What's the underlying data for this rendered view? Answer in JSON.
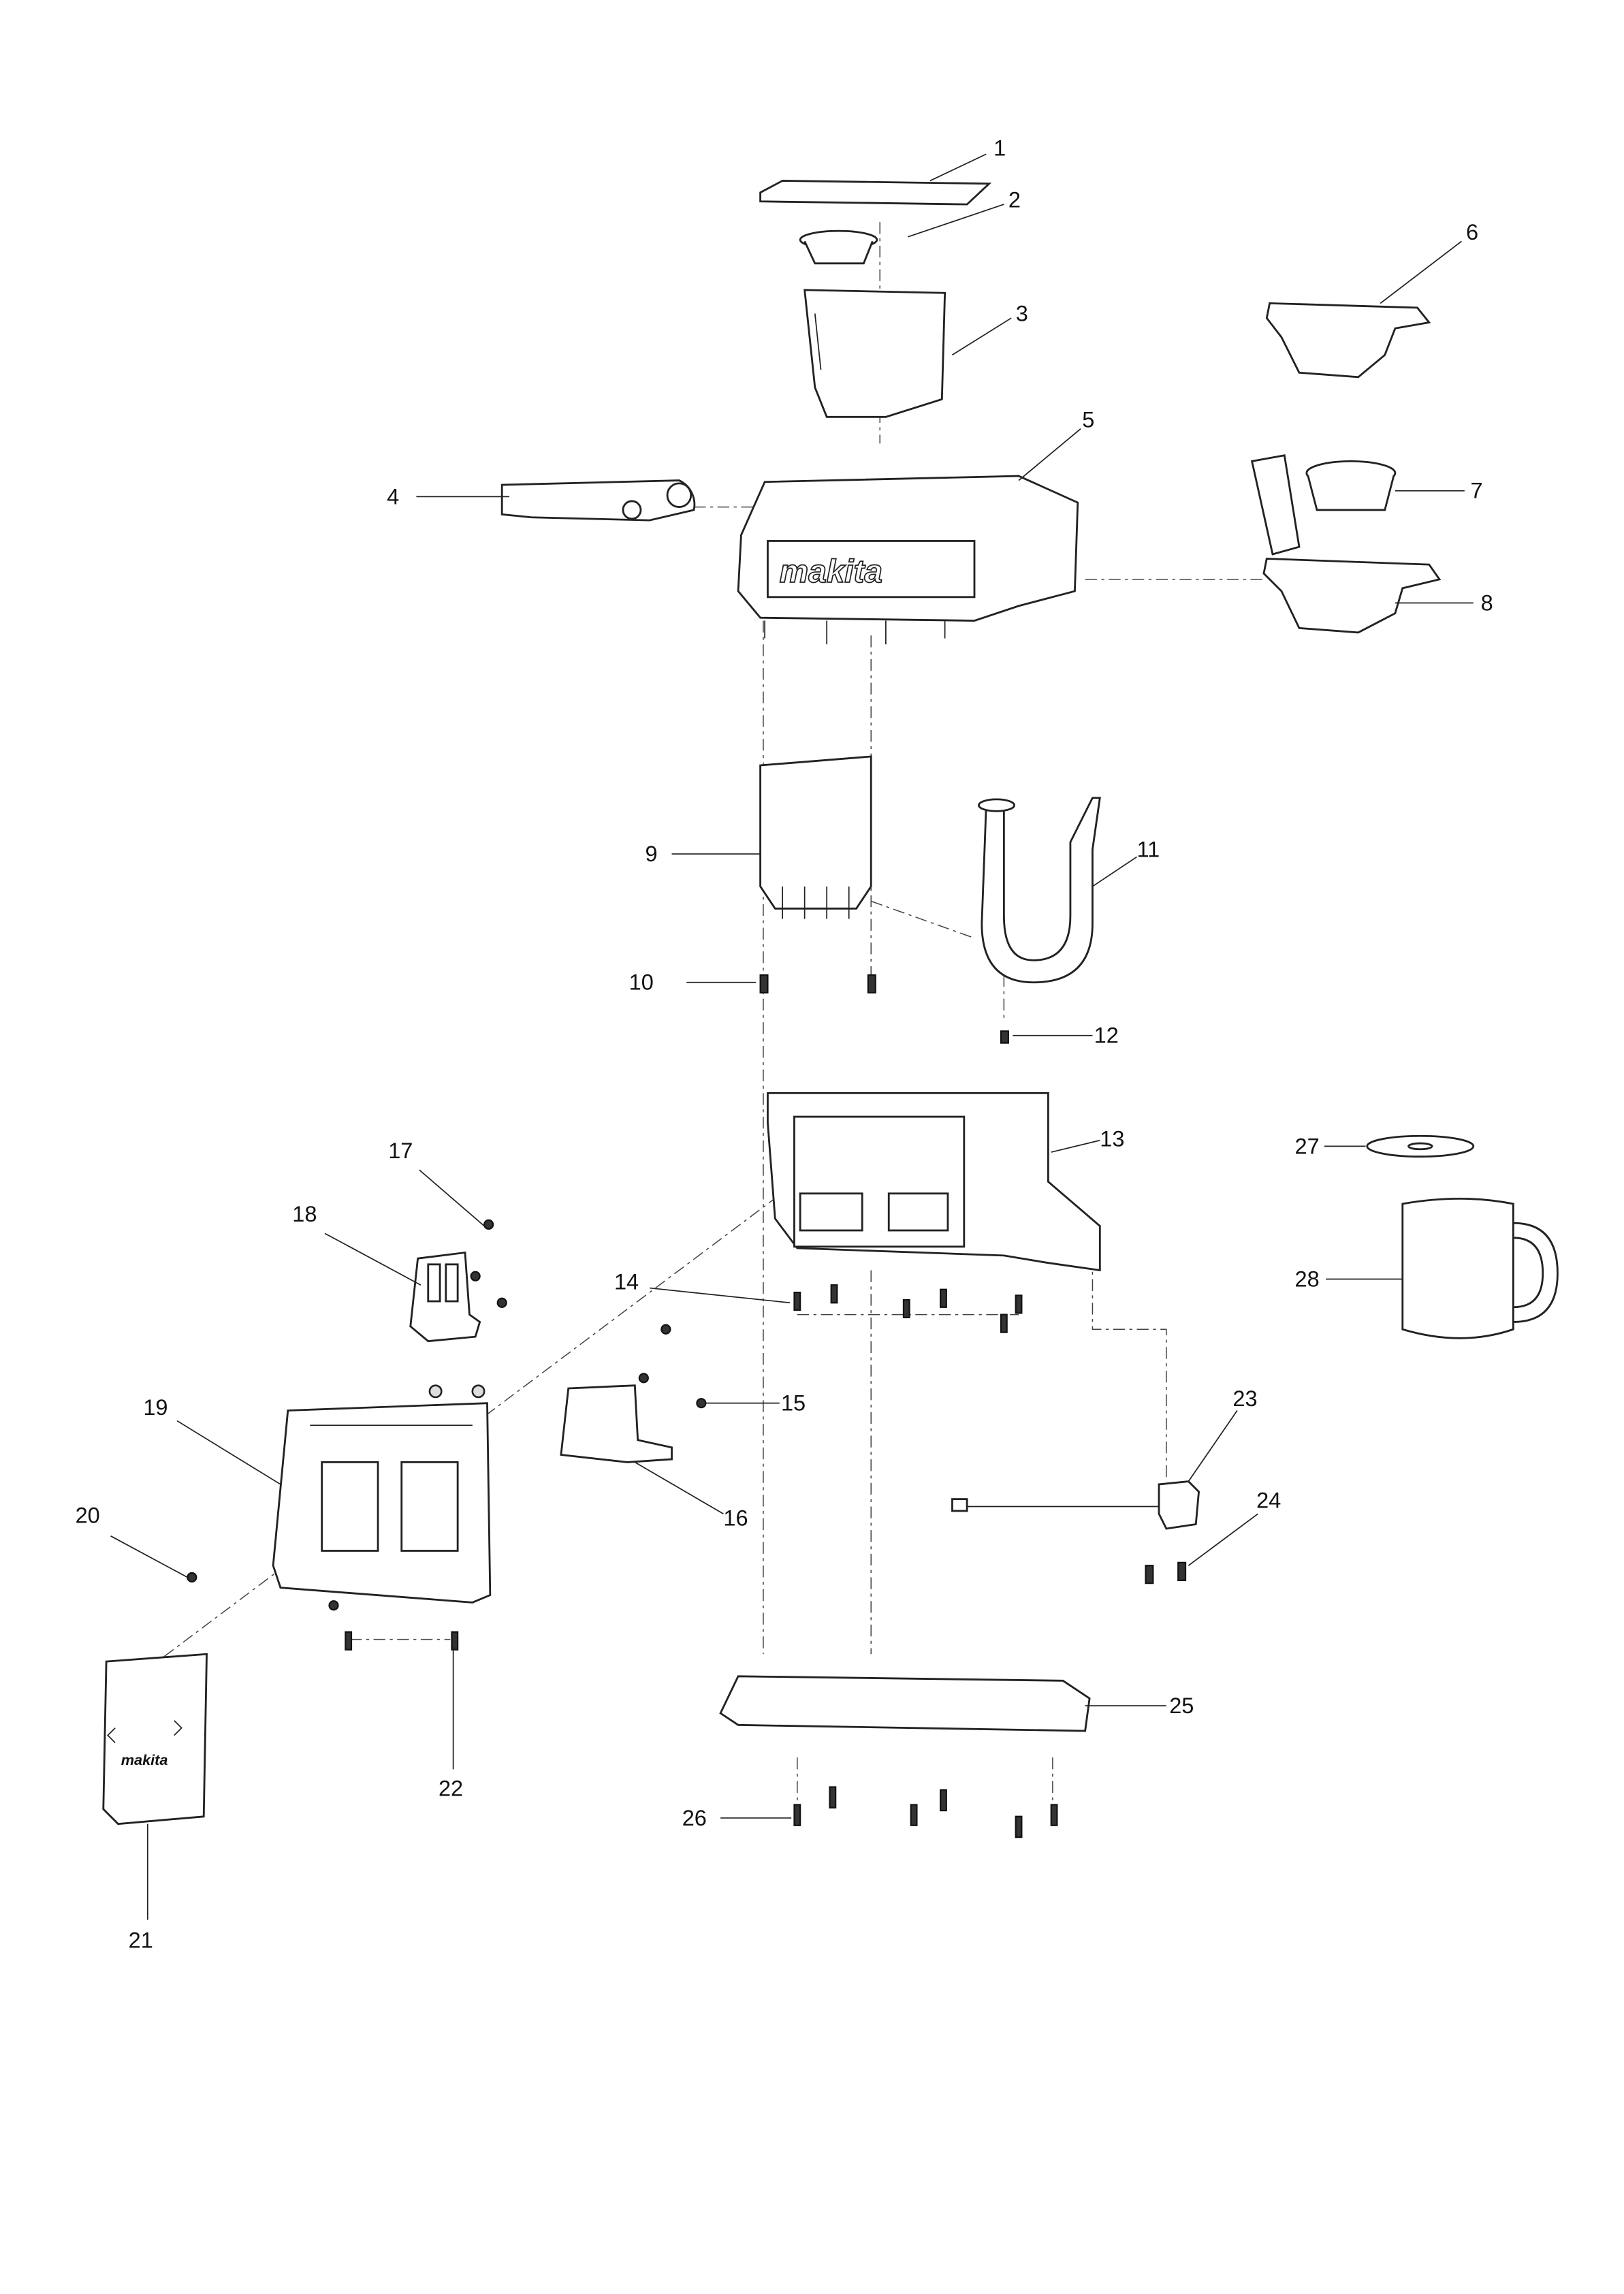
{
  "diagram": {
    "title": "Exploded parts view",
    "brand_logo": "makita",
    "callouts": [
      "1",
      "2",
      "3",
      "4",
      "5",
      "6",
      "7",
      "8",
      "9",
      "10",
      "11",
      "12",
      "13",
      "14",
      "15",
      "16",
      "17",
      "18",
      "19",
      "20",
      "21",
      "22",
      "23",
      "24",
      "25",
      "26",
      "27",
      "28"
    ]
  }
}
